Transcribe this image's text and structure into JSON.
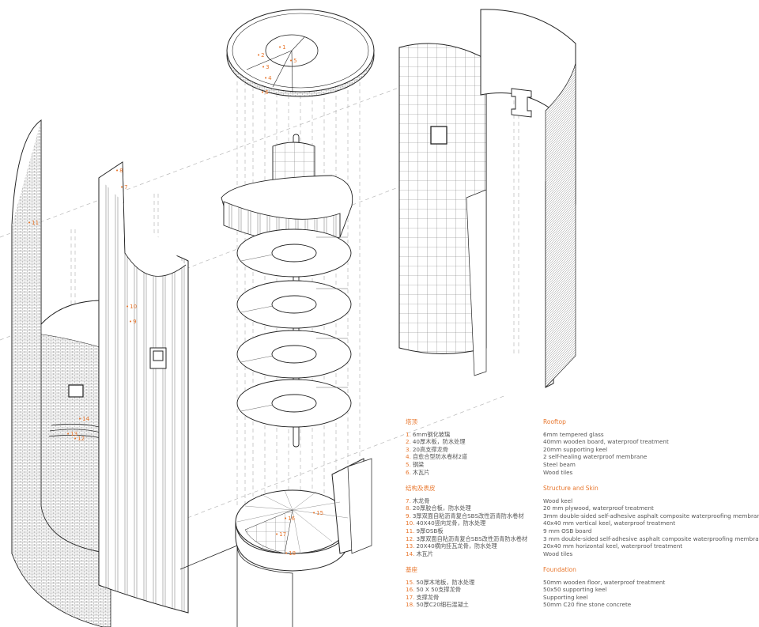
{
  "diagram": {
    "title": "Exploded axonometric of cylindrical tower with spiral staircase",
    "accent_color": "#e8772e",
    "text_color": "#555555",
    "line_color": "#222222",
    "parts": [
      {
        "name": "roof-disc",
        "label_numbers": [
          "1",
          "2",
          "3",
          "4",
          "5",
          "6"
        ]
      },
      {
        "name": "outer-brick-shell-left",
        "label_numbers": [
          "11",
          "12",
          "13",
          "14"
        ]
      },
      {
        "name": "keel-frame-left",
        "label_numbers": [
          "7",
          "8",
          "9",
          "10"
        ]
      },
      {
        "name": "spiral-staircase",
        "label_numbers": []
      },
      {
        "name": "keel-frame-right",
        "label_numbers": []
      },
      {
        "name": "outer-shell-right",
        "label_numbers": []
      },
      {
        "name": "foundation-base",
        "label_numbers": [
          "15",
          "16",
          "17",
          "18"
        ]
      }
    ],
    "callouts": {
      "roof": [
        "1",
        "2",
        "3",
        "4",
        "5",
        "6"
      ],
      "frame": [
        "8",
        "7",
        "10",
        "9"
      ],
      "shell": [
        "11",
        "14",
        "13",
        "12"
      ],
      "base": [
        "15",
        "16",
        "17",
        "18"
      ]
    }
  },
  "legend": {
    "rooftop": {
      "title_cn": "塔顶",
      "title_en": "Rooftop",
      "items": [
        {
          "num": "1.",
          "cn": "6mm钢化玻璃",
          "en": "6mm tempered glass"
        },
        {
          "num": "2.",
          "cn": "40厚木板，防水处理",
          "en": "40mm wooden board, waterproof treatment"
        },
        {
          "num": "3.",
          "cn": "20高支撑龙骨",
          "en": "20mm supporting keel"
        },
        {
          "num": "4.",
          "cn": "自愈合型防水卷材2道",
          "en": "2 self-healing waterproof membrane"
        },
        {
          "num": "5.",
          "cn": "钢梁",
          "en": "Steel beam"
        },
        {
          "num": "6.",
          "cn": "木瓦片",
          "en": "Wood tiles"
        }
      ]
    },
    "structure": {
      "title_cn": "结构及表皮",
      "title_en": "Structure and Skin",
      "items": [
        {
          "num": "7.",
          "cn": "木龙骨",
          "en": "Wood keel"
        },
        {
          "num": "8.",
          "cn": "20厚胶合板，防水处理",
          "en": "20 mm plywood, waterproof treatment"
        },
        {
          "num": "9.",
          "cn": "3厚双面自粘沥青复合SBS改性沥青防水卷材",
          "en": "3mm double-sided self-adhesive asphalt composite waterproofing membrane"
        },
        {
          "num": "10.",
          "cn": "40X40竖向龙骨，防水处理",
          "en": "40x40 mm vertical keel, waterproof treatment"
        },
        {
          "num": "11.",
          "cn": "9厚OSB板",
          "en": "9 mm OSB board"
        },
        {
          "num": "12.",
          "cn": "3厚双面自粘沥青复合SBS改性沥青防水卷材",
          "en": "3 mm double-sided self-adhesive asphalt composite waterproofing membrane"
        },
        {
          "num": "13.",
          "cn": "20X40横向挂瓦龙骨，防水处理",
          "en": "20x40 mm horizontal keel, waterproof treatment"
        },
        {
          "num": "14.",
          "cn": "木瓦片",
          "en": "Wood tiles"
        }
      ]
    },
    "foundation": {
      "title_cn": "基座",
      "title_en": "Foundation",
      "items": [
        {
          "num": "15.",
          "cn": "50厚木地板，防水处理",
          "en": "50mm wooden floor, waterproof treatment"
        },
        {
          "num": "16.",
          "cn": "50 X 50支撑龙骨",
          "en": "50x50 supporting keel"
        },
        {
          "num": "17.",
          "cn": "支撑龙骨",
          "en": "Supporting keel"
        },
        {
          "num": "18.",
          "cn": "50厚C20细石混凝土",
          "en": "50mm C20 fine stone concrete"
        }
      ]
    }
  }
}
